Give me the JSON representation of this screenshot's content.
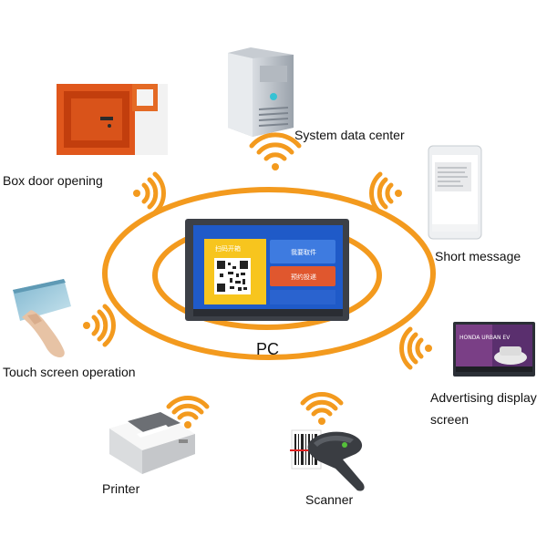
{
  "hub": {
    "label": "PC",
    "screen_title": "扫码开箱",
    "btn_top": "我要取件",
    "btn_bottom": "预约投递"
  },
  "peripherals": [
    {
      "id": "system-data-center",
      "label": "System data center",
      "icon": "server-icon"
    },
    {
      "id": "box-door-opening",
      "label": "Box door opening",
      "icon": "locker-icon"
    },
    {
      "id": "short-message",
      "label": "Short message",
      "icon": "phone-icon"
    },
    {
      "id": "touch-screen-operation",
      "label": "Touch screen operation",
      "icon": "touch-icon"
    },
    {
      "id": "advertising-display-screen",
      "label_line1": "Advertising display",
      "label_line2": "screen",
      "icon": "display-icon",
      "screen_text": "HONDA URBAN EV"
    },
    {
      "id": "printer",
      "label": "Printer",
      "icon": "printer-icon"
    },
    {
      "id": "scanner",
      "label": "Scanner",
      "icon": "scanner-icon"
    }
  ],
  "colors": {
    "ring": "#F39A1E",
    "wifi": "#F39A1E",
    "screen_blue": "#3E7BE0",
    "screen_red": "#E0572E",
    "screen_yellow": "#F7C51E"
  }
}
